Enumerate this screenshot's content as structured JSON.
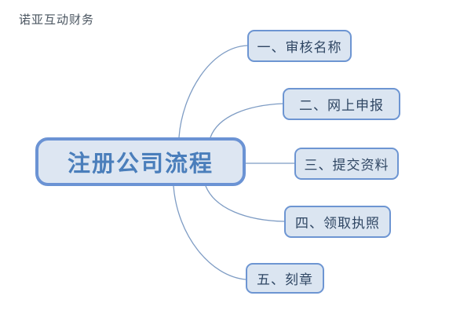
{
  "watermark": {
    "text": "诺亚互动财务"
  },
  "diagram": {
    "type": "mindmap",
    "center": {
      "label": "注册公司流程",
      "fill": "#dde6f2",
      "border": "#6b93d4",
      "text_color": "#4a7ebb"
    },
    "branches": [
      {
        "label": "一、审核名称",
        "connector": "curve-up"
      },
      {
        "label": "二、网上申报",
        "connector": "curve-up"
      },
      {
        "label": "三、提交资料",
        "connector": "straight"
      },
      {
        "label": "四、领取执照",
        "connector": "curve-down"
      },
      {
        "label": "五、刻章",
        "connector": "curve-down"
      }
    ],
    "node_fill": "#dbe5f1",
    "node_border": "#6d95d2",
    "node_text_color": "#2f4663",
    "connector_color": "#7e9cc4",
    "background": "#ffffff"
  }
}
